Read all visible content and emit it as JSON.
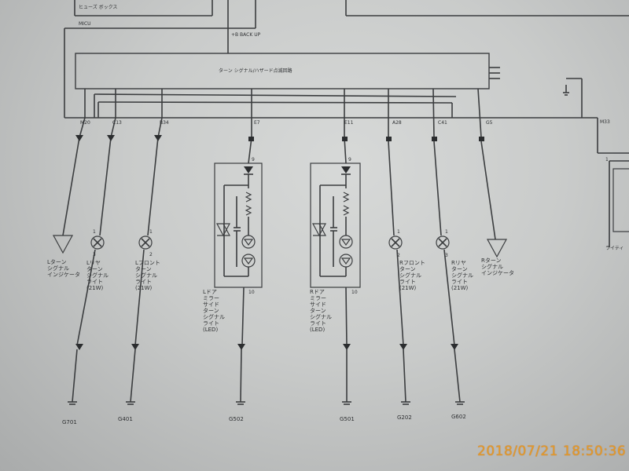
{
  "labels": {
    "fuse_box": "ヒューズ ボックス",
    "micu": "MICU",
    "back_up": "+B BACK UP",
    "flasher_circuit": "ターン シグナル/ハザード点滅回路"
  },
  "pins": {
    "m20": "M20",
    "c13": "C13",
    "b34": "B34",
    "e7": "E7",
    "e11": "E11",
    "a28": "A28",
    "c41": "C41",
    "g5": "G5",
    "m33": "M33"
  },
  "terminals": {
    "one": "1",
    "two": "2",
    "three": "3",
    "nine": "9",
    "ten": "10"
  },
  "components": {
    "l_indicator": [
      "Lターン",
      "シグナル",
      "インジケータ"
    ],
    "l_rear": [
      "Lリヤ",
      "ターン",
      "シグナル",
      "ライト",
      "(21W)"
    ],
    "l_front": [
      "Lフロント",
      "ターン",
      "シグナル",
      "ライト",
      "(21W)"
    ],
    "l_mirror": [
      "Lドア",
      "ミラー",
      "サイド",
      "ターン",
      "シグナル",
      "ライト",
      "(LED)"
    ],
    "r_mirror": [
      "Rドア",
      "ミラー",
      "サイド",
      "ターン",
      "シグナル",
      "ライト",
      "(LED)"
    ],
    "r_front": [
      "Rフロント",
      "ターン",
      "シグナル",
      "ライト",
      "(21W)"
    ],
    "r_rear": [
      "Rリヤ",
      "ターン",
      "シグナル",
      "ライト",
      "(21W)"
    ],
    "r_indicator": [
      "Rターン",
      "シグナル",
      "インジケータ"
    ],
    "lighting_partial": "ライティ"
  },
  "grounds": {
    "g701": "G701",
    "g401": "G401",
    "g502": "G502",
    "g501": "G501",
    "g202": "G202",
    "g602": "G602"
  },
  "timestamp": "2018/07/21 18:50:36"
}
